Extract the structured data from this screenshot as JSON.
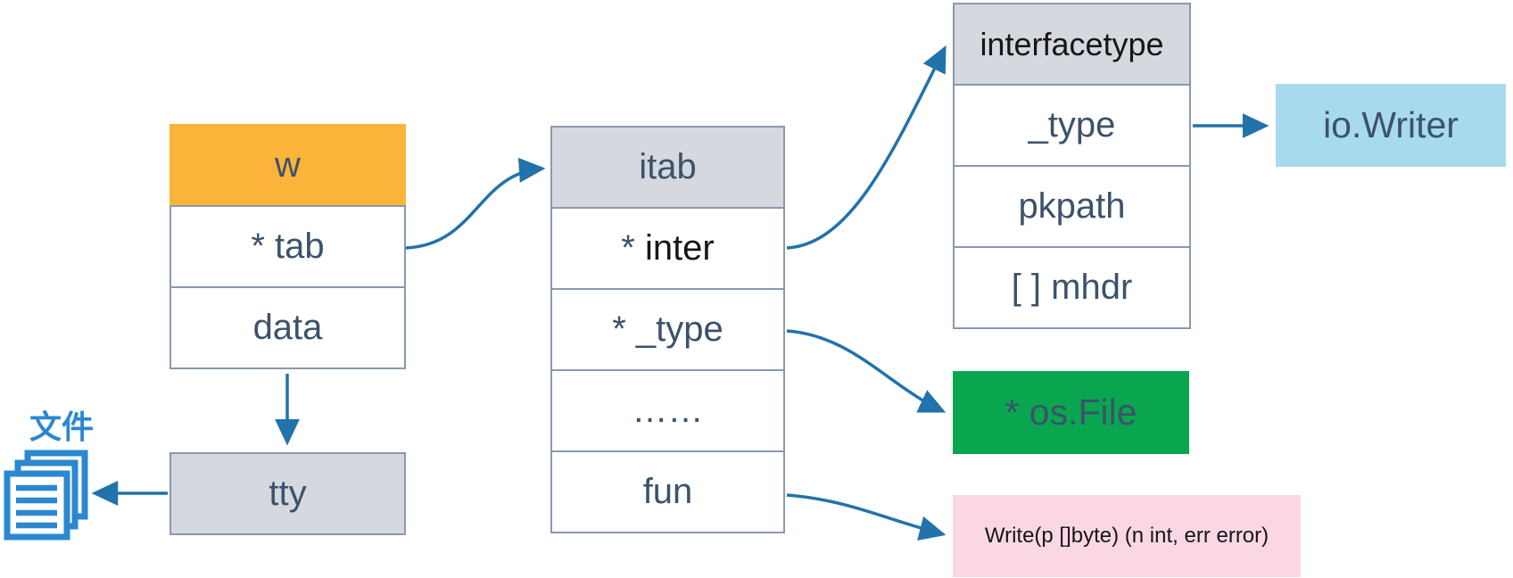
{
  "colors": {
    "accent_orange": "#FBB439",
    "header_gray": "#D5D8DE",
    "cell_border": "#8A99AF",
    "text_navy": "#3C526B",
    "text_black": "#161616",
    "arrow_blue": "#2272AB",
    "io_writer_blue": "#A7DAEF",
    "os_file_green": "#0AA64F",
    "write_pink": "#FBD7E5",
    "file_icon_blue": "#2B87D0"
  },
  "w_struct": {
    "header": "w",
    "rows": [
      {
        "text": "* tab"
      },
      {
        "text": "data"
      }
    ]
  },
  "itab_struct": {
    "header": "itab",
    "rows": [
      {
        "star": "* ",
        "word": "inter"
      },
      {
        "text": "* _type"
      },
      {
        "text": "……"
      },
      {
        "text": "fun"
      }
    ]
  },
  "interfacetype_struct": {
    "header": "interfacetype",
    "rows": [
      {
        "text": "_type"
      },
      {
        "text": "pkpath"
      },
      {
        "text": "[ ] mhdr"
      }
    ]
  },
  "io_writer_box": {
    "label": "io.Writer"
  },
  "os_file_box": {
    "label": "* os.File"
  },
  "write_box": {
    "label": "Write(p []byte) (n int, err error)"
  },
  "tty_box": {
    "label": "tty"
  },
  "file_group": {
    "label": "文件"
  },
  "edges": [
    {
      "from": "w.tab",
      "to": "itab"
    },
    {
      "from": "itab.inter",
      "to": "interfacetype"
    },
    {
      "from": "interfacetype._type",
      "to": "io.Writer"
    },
    {
      "from": "itab._type",
      "to": "os.File"
    },
    {
      "from": "itab.fun",
      "to": "Write(p []byte) (n int, err error)"
    },
    {
      "from": "w.data",
      "to": "tty"
    },
    {
      "from": "tty",
      "to": "文件"
    }
  ]
}
